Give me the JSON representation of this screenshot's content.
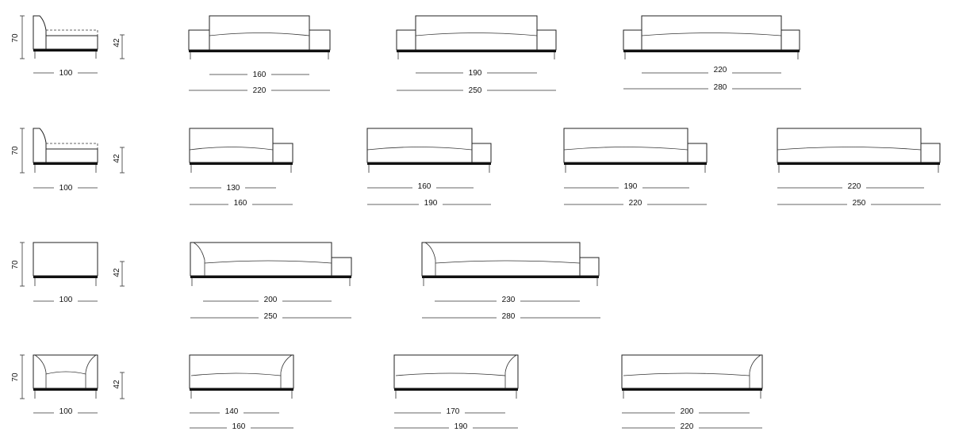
{
  "rows": [
    {
      "side": {
        "height": "70",
        "seat_height": "42",
        "depth": "100"
      },
      "items": [
        {
          "inner": "160",
          "outer": "220"
        },
        {
          "inner": "190",
          "outer": "250"
        },
        {
          "inner": "220",
          "outer": "280"
        }
      ]
    },
    {
      "side": {
        "height": "70",
        "seat_height": "42",
        "depth": "100"
      },
      "items": [
        {
          "inner": "130",
          "outer": "160"
        },
        {
          "inner": "160",
          "outer": "190"
        },
        {
          "inner": "190",
          "outer": "220"
        },
        {
          "inner": "220",
          "outer": "250"
        }
      ]
    },
    {
      "side": {
        "height": "70",
        "seat_height": "42",
        "depth": "100"
      },
      "items": [
        {
          "inner": "200",
          "outer": "250"
        },
        {
          "inner": "230",
          "outer": "280"
        }
      ]
    },
    {
      "side": {
        "height": "70",
        "seat_height": "42",
        "depth": "100"
      },
      "items": [
        {
          "inner": "140",
          "outer": "160"
        },
        {
          "inner": "170",
          "outer": "190"
        },
        {
          "inner": "200",
          "outer": "220"
        }
      ]
    }
  ]
}
